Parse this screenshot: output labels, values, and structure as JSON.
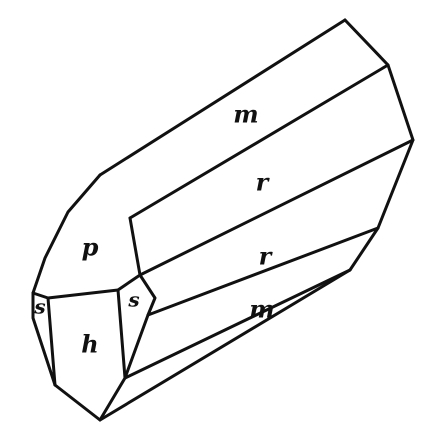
{
  "figure": {
    "face_labels": {
      "m_top": "m",
      "r_upper": "r",
      "r_lower": "r",
      "m_bottom": "m",
      "p": "p",
      "s_right": "s",
      "s_left": "s",
      "h": "h"
    }
  }
}
